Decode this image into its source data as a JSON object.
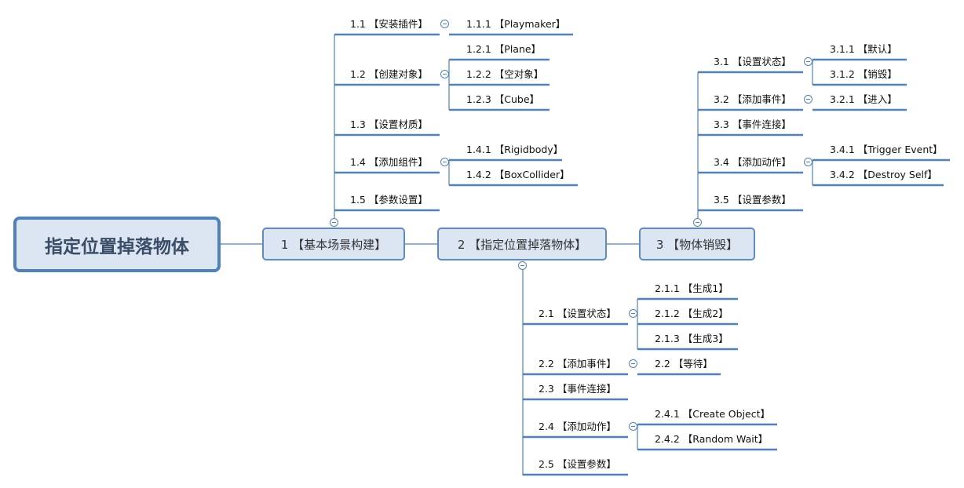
{
  "root": {
    "label": "指定位置掉落物体"
  },
  "branches": [
    {
      "label": "1 【基本场景构建】",
      "children": [
        {
          "label": "1.1 【安装插件】",
          "children": [
            {
              "label": "1.1.1 【Playmaker】"
            }
          ]
        },
        {
          "label": "1.2 【创建对象】",
          "children": [
            {
              "label": "1.2.1 【Plane】"
            },
            {
              "label": "1.2.2 【空对象】"
            },
            {
              "label": "1.2.3 【Cube】"
            }
          ]
        },
        {
          "label": "1.3 【设置材质】"
        },
        {
          "label": "1.4 【添加组件】",
          "children": [
            {
              "label": "1.4.1 【Rigidbody】"
            },
            {
              "label": "1.4.2 【BoxCollider】"
            }
          ]
        },
        {
          "label": "1.5 【参数设置】"
        }
      ]
    },
    {
      "label": "2 【指定位置掉落物体】",
      "children": [
        {
          "label": "2.1 【设置状态】",
          "children": [
            {
              "label": "2.1.1 【生成1】"
            },
            {
              "label": "2.1.2 【生成2】"
            },
            {
              "label": "2.1.3 【生成3】"
            }
          ]
        },
        {
          "label": "2.2 【添加事件】",
          "children": [
            {
              "label": "2.2 【等待】"
            }
          ]
        },
        {
          "label": "2.3 【事件连接】"
        },
        {
          "label": "2.4 【添加动作】",
          "children": [
            {
              "label": "2.4.1 【Create Object】"
            },
            {
              "label": "2.4.2 【Random Wait】"
            }
          ]
        },
        {
          "label": "2.5 【设置参数】"
        }
      ]
    },
    {
      "label": "3 【物体销毁】",
      "children": [
        {
          "label": "3.1 【设置状态】",
          "children": [
            {
              "label": "3.1.1 【默认】"
            },
            {
              "label": "3.1.2 【销毁】"
            }
          ]
        },
        {
          "label": "3.2 【添加事件】",
          "children": [
            {
              "label": "3.2.1 【进入】"
            }
          ]
        },
        {
          "label": "3.3 【事件连接】"
        },
        {
          "label": "3.4 【添加动作】",
          "children": [
            {
              "label": "3.4.1 【Trigger Event】"
            },
            {
              "label": "3.4.2 【Destroy Self】"
            }
          ]
        },
        {
          "label": "3.5 【设置参数】"
        }
      ]
    }
  ],
  "colors": {
    "line": "#4f81bd",
    "box_fill": "#dce6f2",
    "box_border": "#5f8bc4",
    "root_border": "#4f81bd"
  }
}
